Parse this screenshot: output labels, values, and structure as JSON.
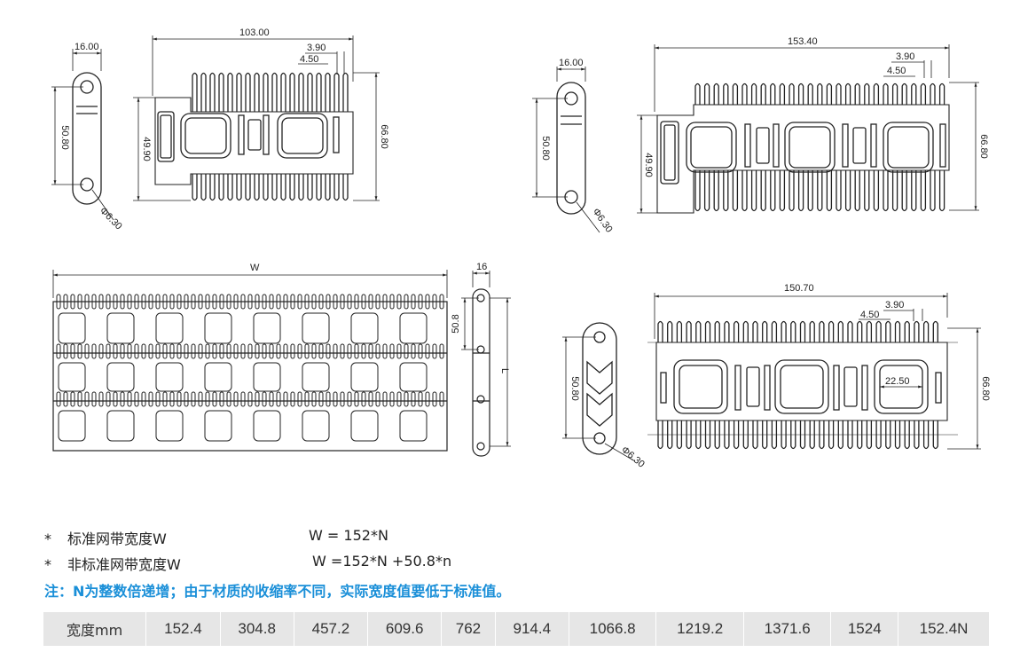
{
  "view_top_left": {
    "side_width": "16.00",
    "side_pitch": "50.80",
    "hole": "Φ6.30",
    "width": "103.00",
    "tooth": "3.90",
    "gap": "4.50",
    "inner_height": "49.90",
    "outer_height": "66.80"
  },
  "view_top_right": {
    "side_width": "16.00",
    "side_pitch": "50.80",
    "hole": "Φ6.30",
    "width": "153.40",
    "tooth": "3.90",
    "gap": "4.50",
    "inner_height": "49.90",
    "outer_height": "66.80"
  },
  "view_assembly": {
    "width_label": "W",
    "side_width": "16",
    "side_pitch": "50.8",
    "length_label": "L"
  },
  "view_bottom_right": {
    "side_pitch": "50.80",
    "hole": "Φ6.30",
    "width": "150.70",
    "tooth": "3.90",
    "gap": "4.50",
    "opening": "22.50",
    "outer_height": "66.80"
  },
  "notes": {
    "standard_label": "标准网带宽度W",
    "standard_formula": "W = 152*N",
    "nonstandard_label": "非标准网带宽度W",
    "nonstandard_formula": "W =152*N +50.8*n",
    "star": "*",
    "remark": "注：N为整数倍递增；由于材质的收缩率不同，实际宽度值要低于标准值。"
  },
  "spec_table": {
    "header": "宽度mm",
    "values": [
      "152.4",
      "304.8",
      "457.2",
      "609.6",
      "762",
      "914.4",
      "1066.8",
      "1219.2",
      "1371.6",
      "1524",
      "152.4N"
    ]
  }
}
